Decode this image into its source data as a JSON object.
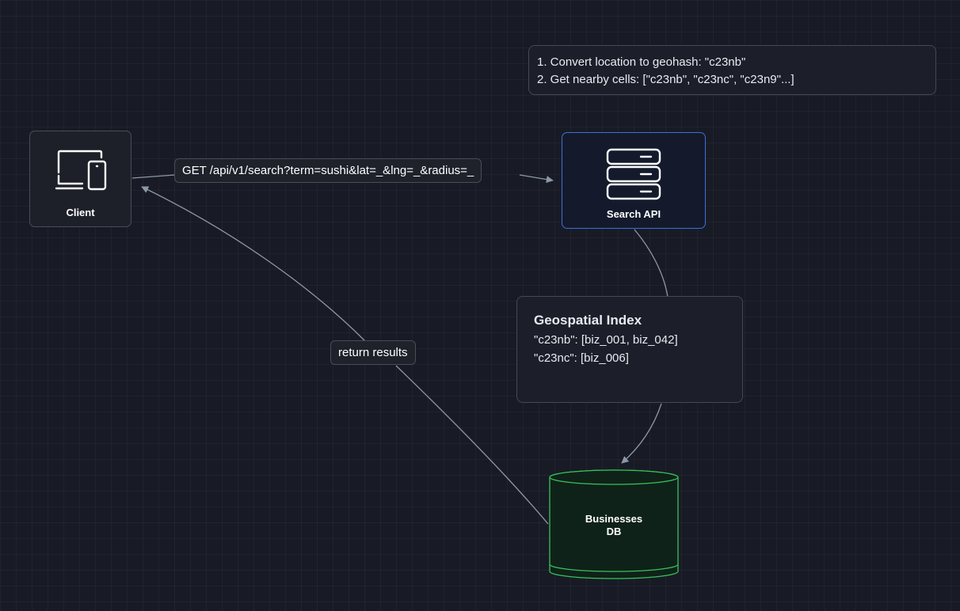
{
  "nodes": {
    "client": {
      "label": "Client",
      "icon": "devices-icon"
    },
    "search_api": {
      "label": "Search API",
      "icon": "server-icon"
    },
    "businesses_db": {
      "label_line1": "Businesses",
      "label_line2": "DB",
      "icon": "database-cylinder-icon"
    }
  },
  "edges": {
    "request": "GET /api/v1/search?term=sushi&lat=_&lng=_&radius=_",
    "return_results": "return results"
  },
  "notes": {
    "steps": {
      "line1": "1. Convert location to geohash: \"c23nb\"",
      "line2": "2. Get nearby cells: [\"c23nb\", \"c23nc\", \"c23n9\"...]"
    },
    "index": {
      "title": "Geospatial Index",
      "line1": "\"c23nb\": [biz_001, biz_042]",
      "line2": "\"c23nc\": [biz_006]"
    }
  },
  "colors": {
    "background": "#181b25",
    "edge": "#8e97a8",
    "search_api_border": "#3d6fd8",
    "db_border": "#38c25a",
    "db_fill": "#0f2219"
  }
}
